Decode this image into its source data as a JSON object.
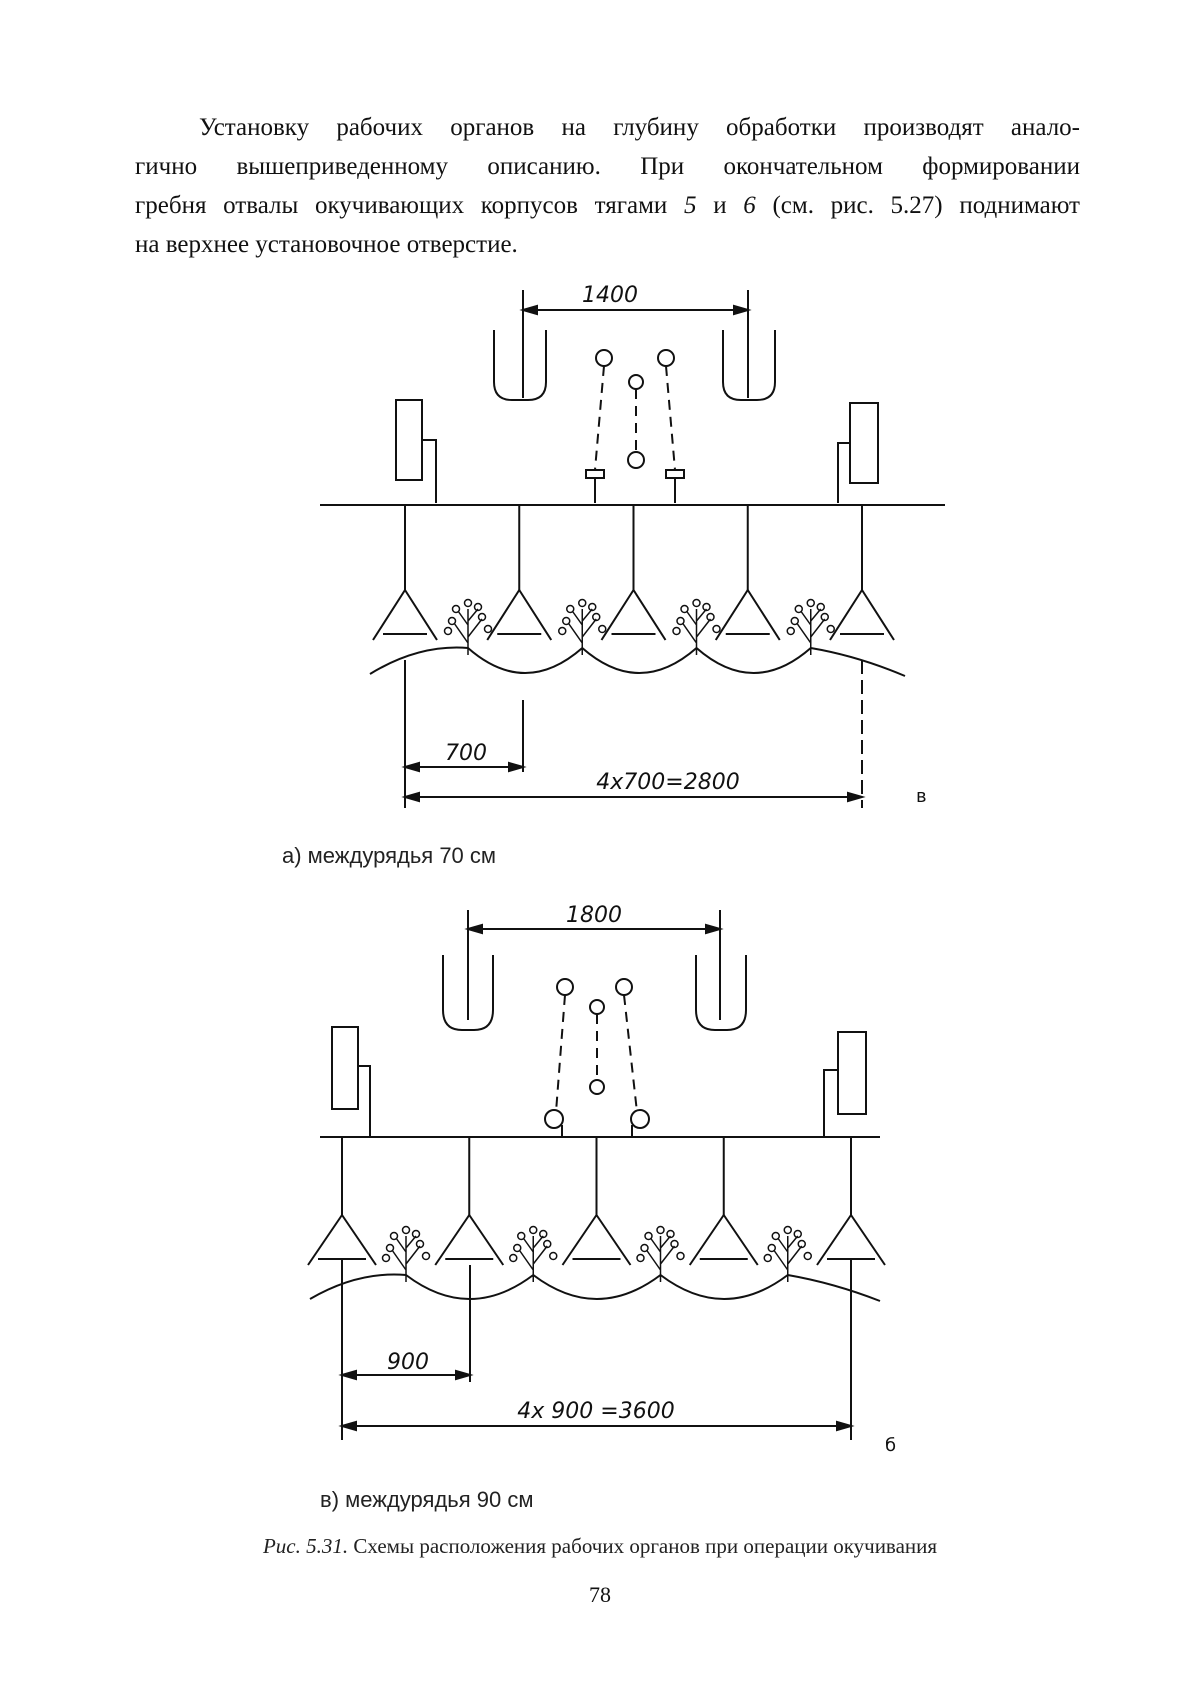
{
  "paragraph": {
    "line1": "Установку рабочих органов на глубину обработки производят анало-",
    "line2": "гично вышеприведенному описанию. При окончательном формировании",
    "line3_pre": "гребня отвалы окучивающих корпусов тягами ",
    "line3_n1": "5",
    "line3_mid": " и ",
    "line3_n2": "6",
    "line3_post": " (см. рис. 5.27) поднимают",
    "line4": "на верхнее установочное отверстие."
  },
  "figure_a": {
    "top_dimension": "1400",
    "row_spacing_label": "700",
    "total_width_label": "4х700=2800",
    "panel_letter": "в",
    "caption": "а) междурядья 70 см",
    "num_bodies": 5,
    "num_plants": 4
  },
  "figure_b": {
    "top_dimension": "1800",
    "row_spacing_label": "900",
    "total_width_label": "4х 900 =3600",
    "panel_letter": "б",
    "caption": "в) междурядья 90 см",
    "num_bodies": 5,
    "num_plants": 4
  },
  "figure_caption": {
    "label": "Рис. 5.31.",
    "text": " Схемы расположения рабочих органов при операции окучивания"
  },
  "page_number": "78"
}
